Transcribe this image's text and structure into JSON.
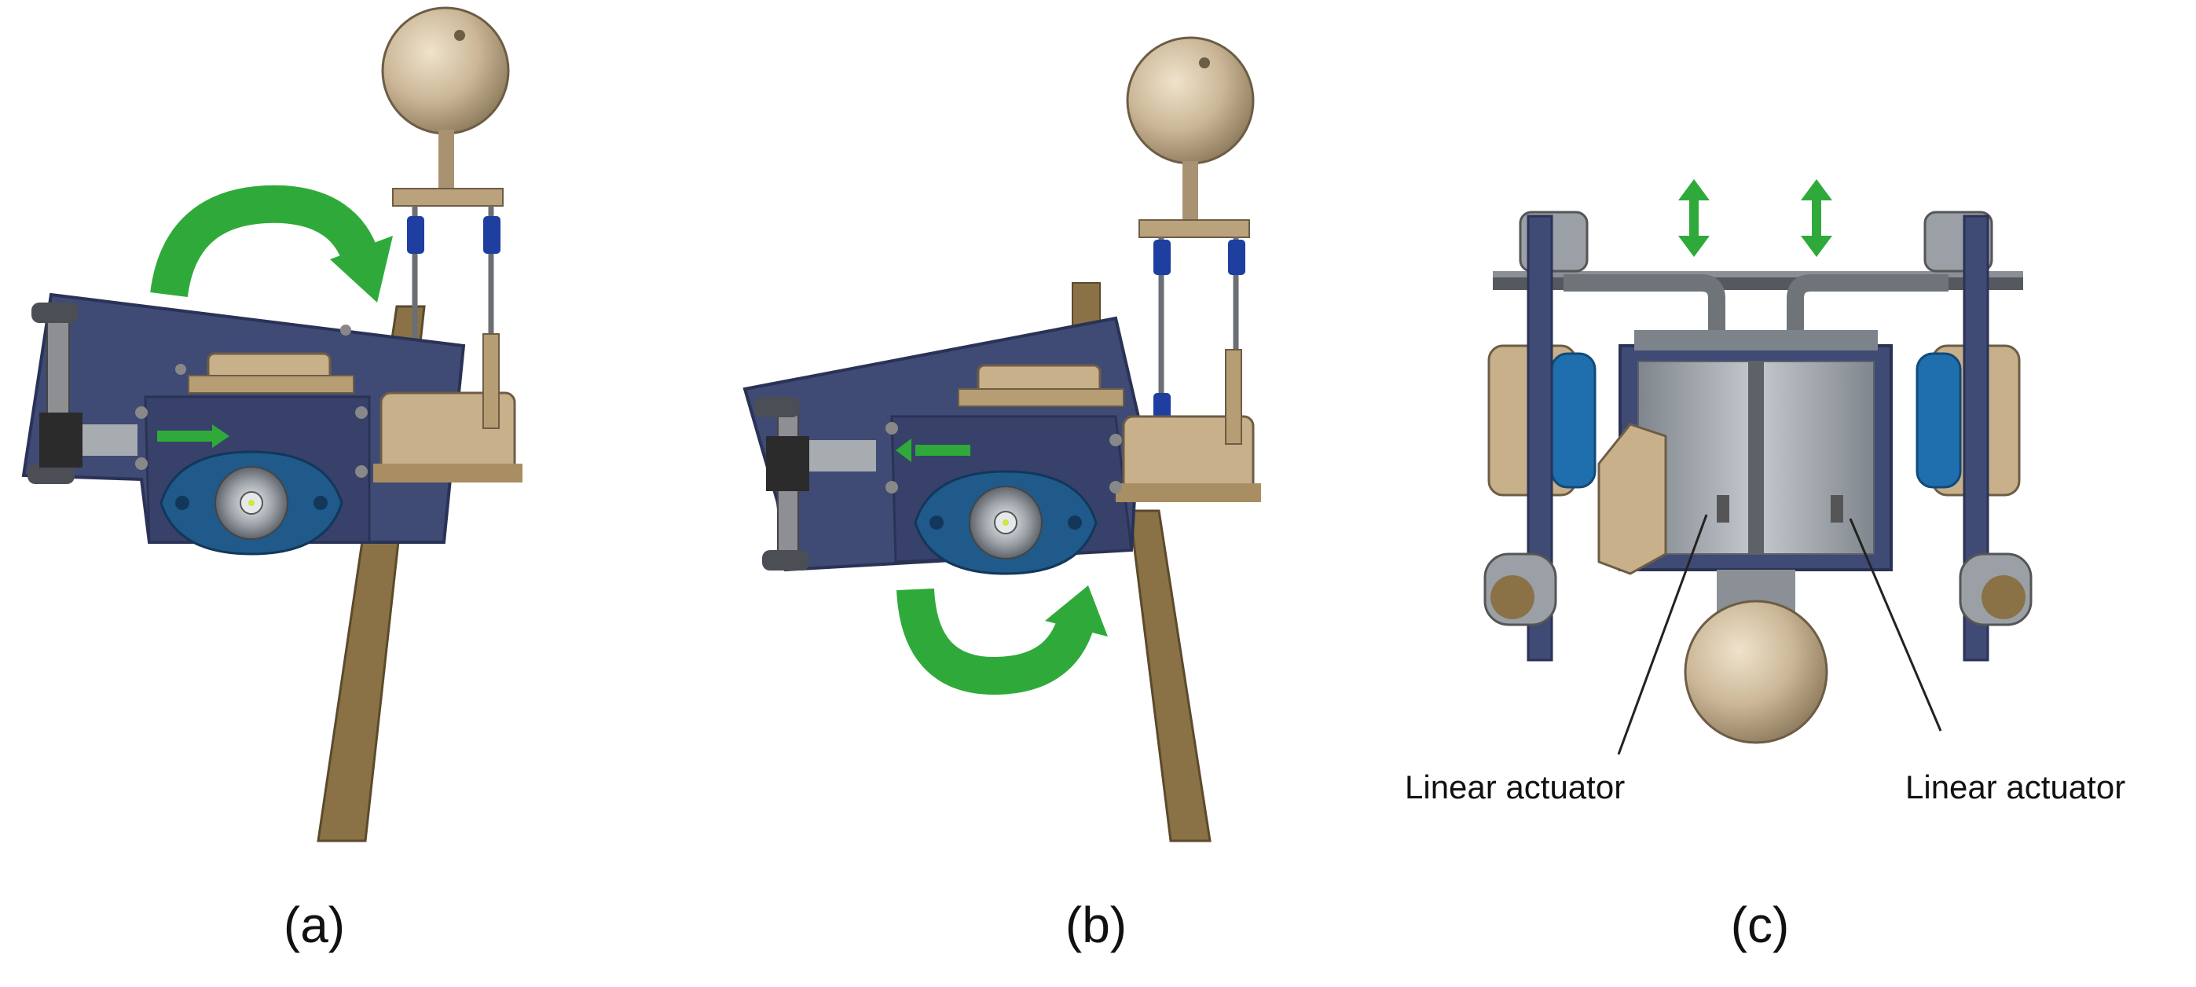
{
  "panels": [
    {
      "caption": "(a)"
    },
    {
      "caption": "(b)"
    },
    {
      "caption": "(c)",
      "callouts": [
        "Linear actuator",
        "Linear actuator"
      ]
    }
  ],
  "colors": {
    "plate": "#3f4a75",
    "plate_edge": "#2a3256",
    "bronze": "#8a7246",
    "tan": "#c8b08a",
    "ball": "#cbb797",
    "arrow": "#2faa3a",
    "bearing": "#1f5a8a",
    "steel": "#9aa0a6",
    "dark": "#2b2b2b"
  },
  "icons": [
    "rotation-arrow-icon",
    "slide-arrow-icon",
    "up-down-arrow-icon"
  ]
}
